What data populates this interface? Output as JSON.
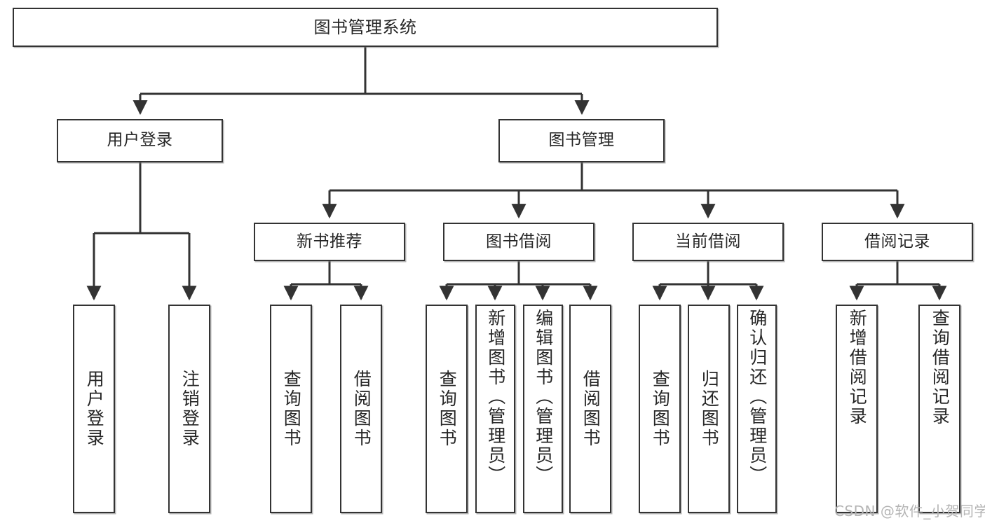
{
  "diagram": {
    "type": "tree",
    "title": "图书管理系统",
    "orientation": "top-down",
    "colors": {
      "box_border": "#333333",
      "box_fill": "#ffffff",
      "connector": "#333333",
      "watermark": "#b4b4b4",
      "background": "#ffffff"
    },
    "nodes": {
      "root": {
        "label": "图书管理系统",
        "level": 0
      },
      "level1": [
        {
          "id": "user-login",
          "label": "用户登录"
        },
        {
          "id": "book-manage",
          "label": "图书管理"
        }
      ],
      "level2": [
        {
          "id": "new-book-recommend",
          "label": "新书推荐",
          "parent": "book-manage"
        },
        {
          "id": "book-borrow",
          "label": "图书借阅",
          "parent": "book-manage"
        },
        {
          "id": "current-borrow",
          "label": "当前借阅",
          "parent": "book-manage"
        },
        {
          "id": "borrow-record",
          "label": "借阅记录",
          "parent": "book-manage"
        }
      ],
      "leaves": [
        {
          "id": "leaf-user-login",
          "label": "用户登录",
          "parent": "user-login"
        },
        {
          "id": "leaf-logout",
          "label": "注销登录",
          "parent": "user-login"
        },
        {
          "id": "leaf-query-book-1",
          "label": "查询图书",
          "parent": "new-book-recommend"
        },
        {
          "id": "leaf-borrow-book-1",
          "label": "借阅图书",
          "parent": "new-book-recommend"
        },
        {
          "id": "leaf-query-book-2",
          "label": "查询图书",
          "parent": "book-borrow"
        },
        {
          "id": "leaf-add-book",
          "label": "新增图书（管理员）",
          "parent": "book-borrow"
        },
        {
          "id": "leaf-edit-book",
          "label": "编辑图书（管理员）",
          "parent": "book-borrow"
        },
        {
          "id": "leaf-borrow-book-2",
          "label": "借阅图书",
          "parent": "book-borrow"
        },
        {
          "id": "leaf-query-book-3",
          "label": "查询图书",
          "parent": "current-borrow"
        },
        {
          "id": "leaf-return-book",
          "label": "归还图书",
          "parent": "current-borrow"
        },
        {
          "id": "leaf-confirm-return",
          "label": "确认归还（管理员）",
          "parent": "current-borrow"
        },
        {
          "id": "leaf-add-record",
          "label": "新增借阅记录",
          "parent": "borrow-record"
        },
        {
          "id": "leaf-query-record",
          "label": "查询借阅记录",
          "parent": "borrow-record"
        }
      ]
    }
  },
  "watermark": {
    "text": "CSDN @软件_小贺同学"
  }
}
